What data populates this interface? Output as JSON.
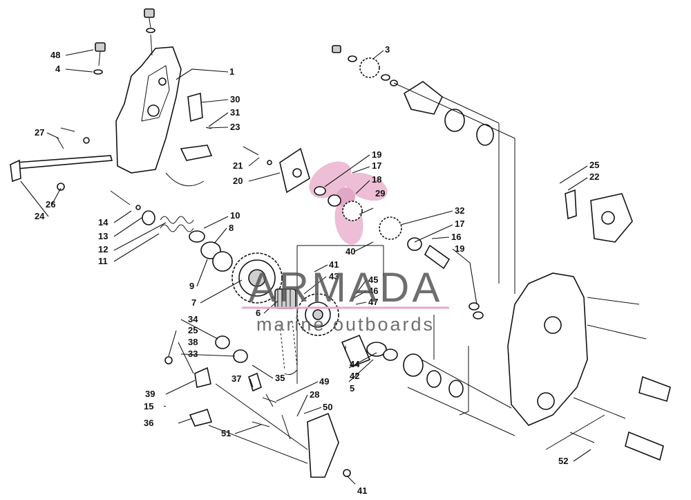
{
  "watermark": {
    "brand": "ARMADA",
    "tagline": "marine outboards",
    "logo_icon": "propeller-logo-icon",
    "logo_color": "#e7a9c8"
  },
  "callouts": [
    "1",
    "3",
    "4",
    "5",
    "6",
    "7",
    "8",
    "9",
    "10",
    "11",
    "12",
    "13",
    "14",
    "15",
    "16",
    "17",
    "17",
    "18",
    "19",
    "19",
    "20",
    "21",
    "22",
    "23",
    "24",
    "25",
    "25",
    "26",
    "27",
    "28",
    "29",
    "30",
    "31",
    "32",
    "33",
    "34",
    "35",
    "36",
    "37",
    "38",
    "39",
    "40",
    "41",
    "41",
    "42",
    "43",
    "44",
    "45",
    "46",
    "47",
    "48",
    "49",
    "50",
    "51",
    "52"
  ]
}
